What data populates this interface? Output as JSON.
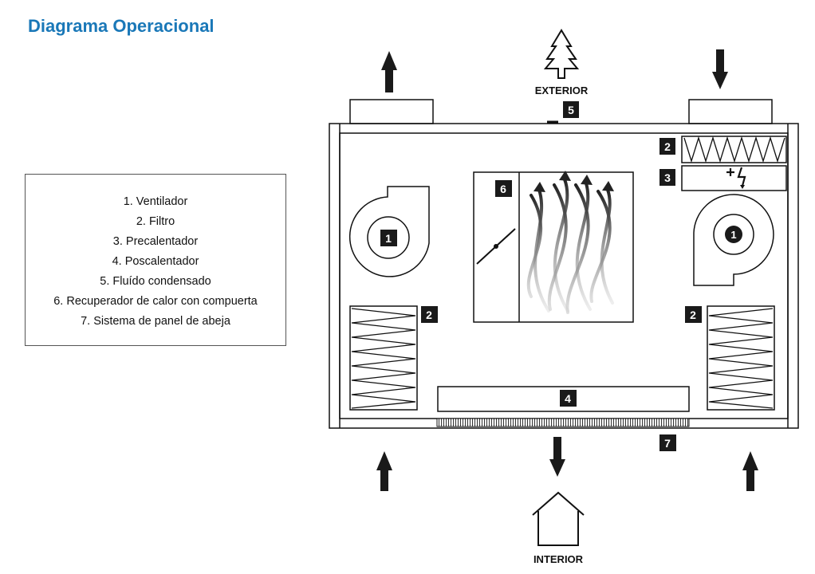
{
  "title": "Diagrama Operacional",
  "legend": [
    "1. Ventilador",
    "2. Filtro",
    "3. Precalentador",
    "4. Poscalentador",
    "5. Fluído condensado",
    "6. Recuperador de calor con compuerta",
    "7. Sistema de panel de abeja"
  ],
  "labels": {
    "exterior": "EXTERIOR",
    "interior": "INTERIOR"
  },
  "markers": {
    "fan_left": "1",
    "fan_right": "1",
    "filter_top": "2",
    "filter_left": "2",
    "filter_right": "2",
    "preheater": "3",
    "postheater": "4",
    "condensate": "5",
    "recuperator": "6",
    "honeycomb": "7"
  },
  "colors": {
    "title": "#1a78b8",
    "ink": "#111111"
  }
}
